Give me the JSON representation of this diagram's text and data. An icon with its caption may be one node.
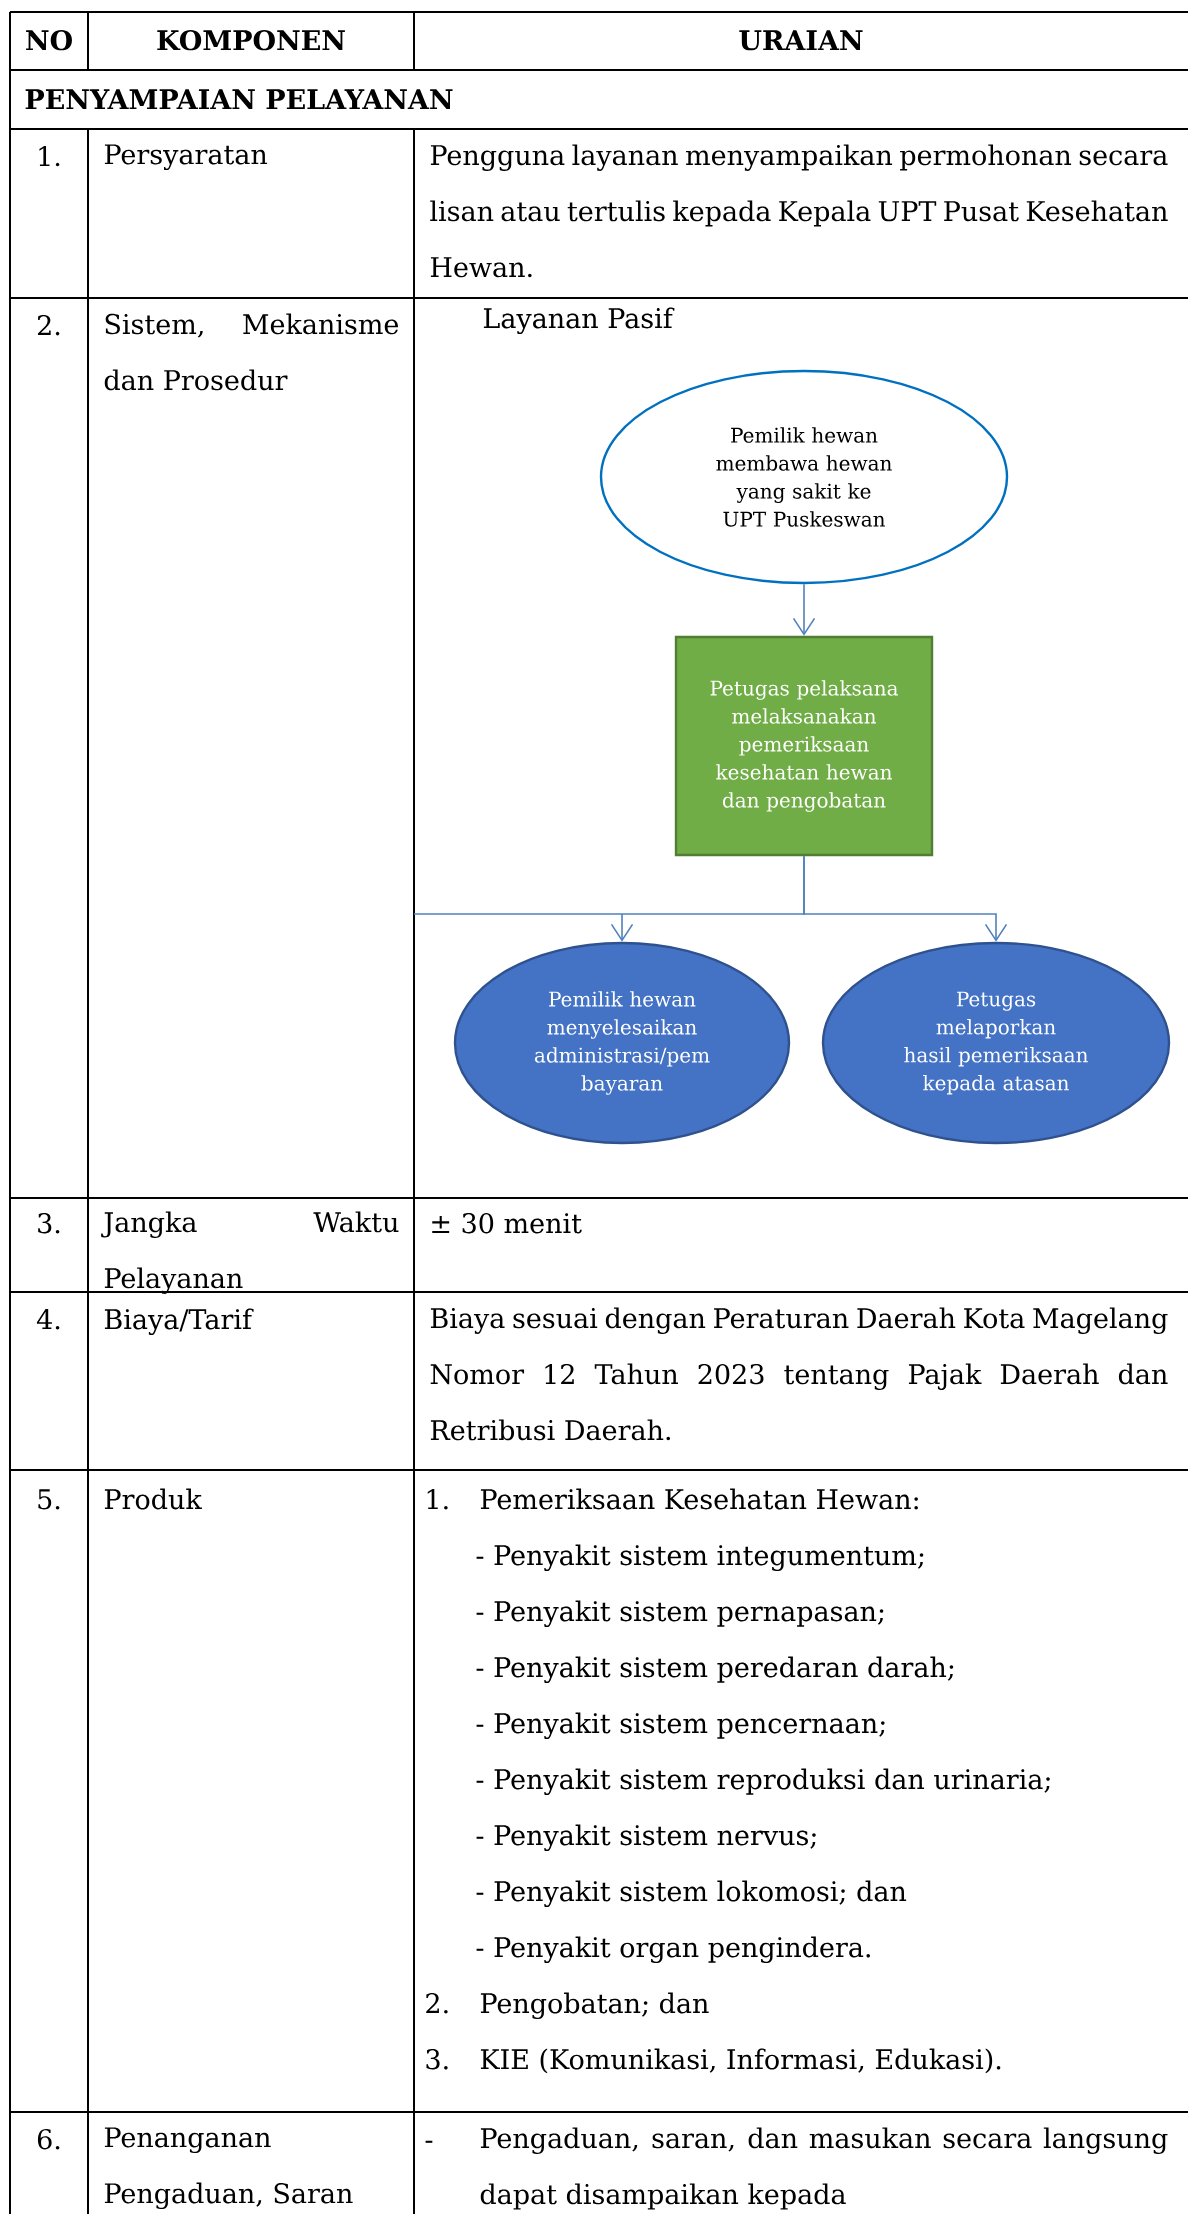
{
  "diagram": {
    "nodes": [
      {
        "text": [
          "Pemilik hewan membawa hewan yang sakit ke UPT Puskeswan"
        ]
      },
      {
        "text": [
          "Petugas pelaksana melaksanakan pemeriksaan kesehatan hewan dan pengobatan"
        ]
      },
      {
        "text": [
          "Pemilik hewan menyelesaikan administrasi/pem bayaran"
        ]
      },
      {
        "text": [
          "Petugas melaporkan hasil pemeriksaan kepada atasan"
        ]
      }
    ],
    "edges": [
      {
        "from": 0,
        "to": 1,
        "arrow": "to"
      },
      {
        "from": 1,
        "to": 2,
        "arrow": "to"
      },
      {
        "from": 1,
        "to": 3,
        "arrow": "to"
      }
    ],
    "labels": [
      "NO",
      "KOMPONEN",
      "URAIAN",
      "PENYAMPAIAN PELAYANAN",
      "1.",
      "Persyaratan",
      "Pengguna layanan menyampaikan permohonan secara lisan atau tertulis kepada Kepala UPT Pusat Kesehatan Hewan.",
      "2.",
      "Sistem, Mekanisme dan Prosedur",
      "Layanan Pasif",
      "3.",
      "Jangka Waktu Pelayanan",
      "± 30 menit",
      "4.",
      "Biaya/Tarif",
      "Biaya sesuai dengan Peraturan Daerah Kota Magelang Nomor 12 Tahun 2023 tentang Pajak Daerah dan Retribusi Daerah.",
      "5.",
      "Produk",
      "1.",
      "Pemeriksaan Kesehatan Hewan:",
      "- Penyakit sistem integumentum;",
      "- Penyakit sistem pernapasan;",
      "- Penyakit sistem peredaran darah;",
      "- Penyakit sistem pencernaan;",
      "- Penyakit sistem reproduksi dan urinaria;",
      "- Penyakit sistem nervus;",
      "- Penyakit sistem lokomosi; dan",
      "- Penyakit organ pengindera.",
      "2.",
      "Pengobatan; dan",
      "3.",
      "KIE (Komunikasi, Informasi, Edukasi).",
      "6.",
      "Penanganan Pengaduan, Saran",
      "-",
      "Pengaduan, saran, dan masukan secara langsung dapat disampaikan kepada"
    ]
  }
}
